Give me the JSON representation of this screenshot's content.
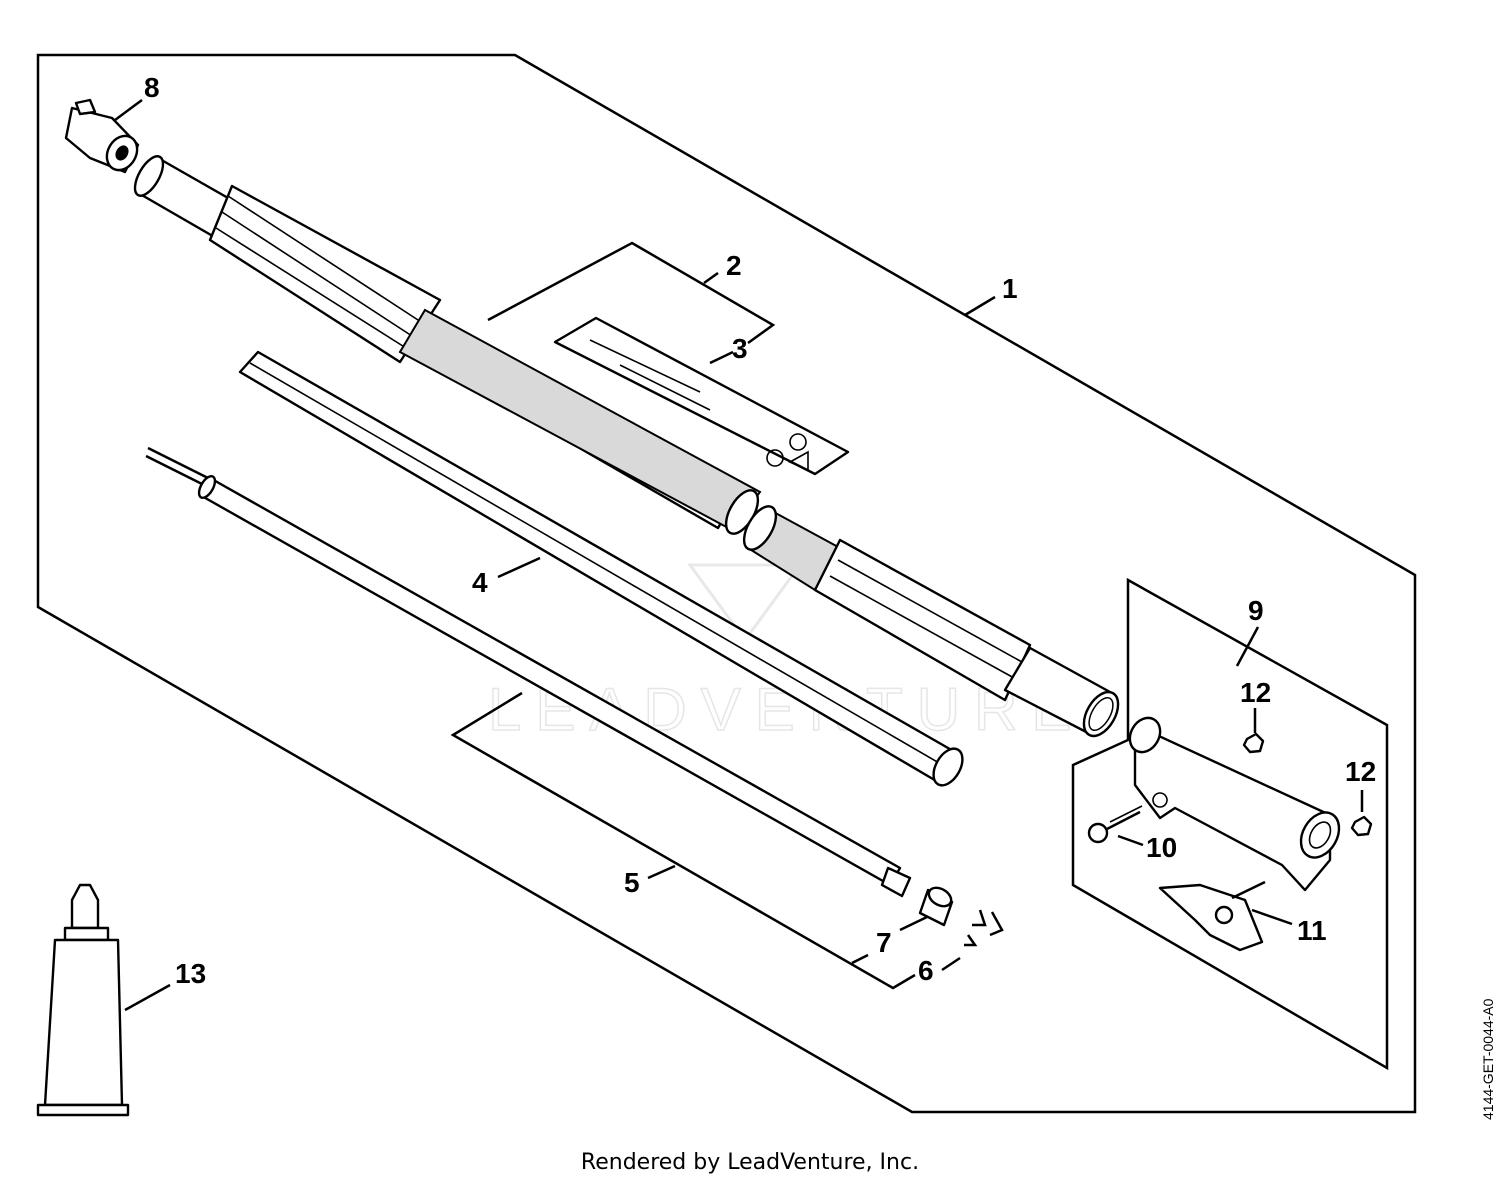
{
  "diagram": {
    "callouts": [
      {
        "id": "1",
        "label": "1"
      },
      {
        "id": "2",
        "label": "2"
      },
      {
        "id": "3",
        "label": "3"
      },
      {
        "id": "4",
        "label": "4"
      },
      {
        "id": "5",
        "label": "5"
      },
      {
        "id": "6",
        "label": "6"
      },
      {
        "id": "7",
        "label": "7"
      },
      {
        "id": "8",
        "label": "8"
      },
      {
        "id": "9",
        "label": "9"
      },
      {
        "id": "10",
        "label": "10"
      },
      {
        "id": "11",
        "label": "11"
      },
      {
        "id": "12a",
        "label": "12"
      },
      {
        "id": "12b",
        "label": "12"
      },
      {
        "id": "13",
        "label": "13"
      }
    ],
    "watermark": "LEADVENTURE",
    "drawing_id": "4144-GET-0044-A0"
  },
  "footer": {
    "rendered_by": "Rendered by LeadVenture, Inc."
  }
}
